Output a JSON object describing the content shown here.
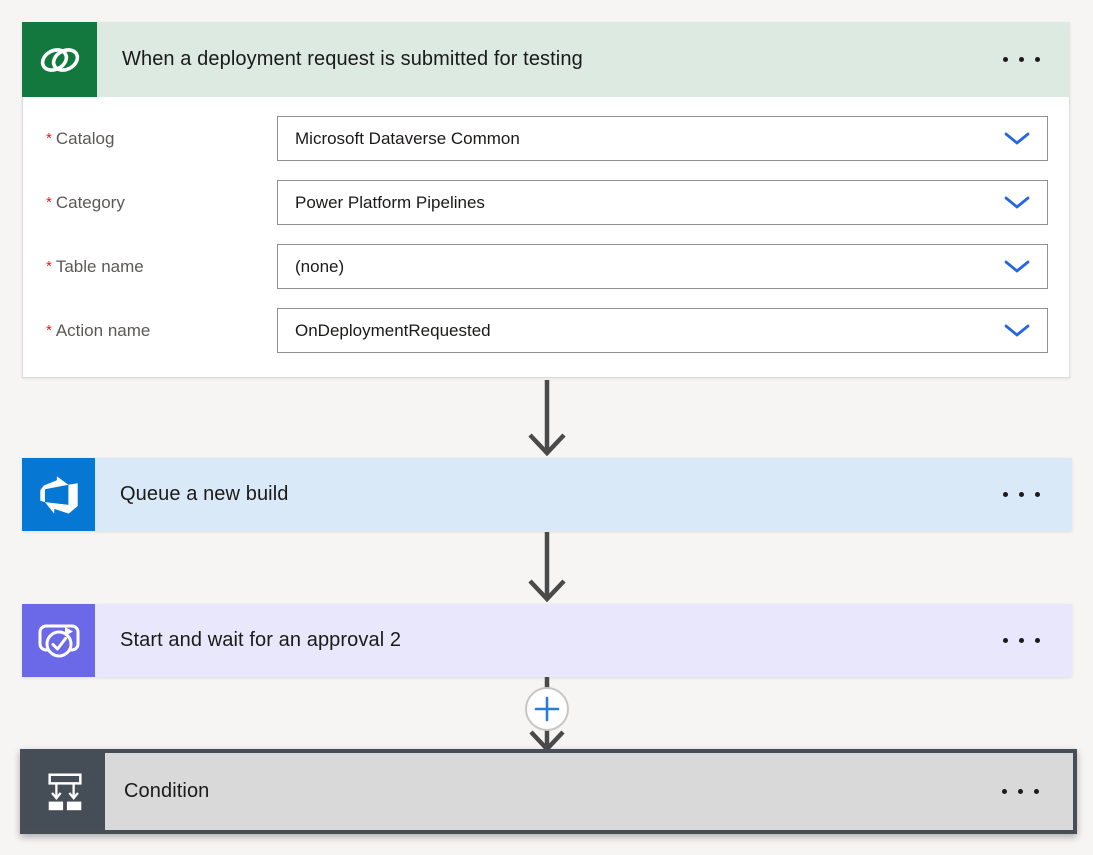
{
  "form": {
    "required_marker": "*"
  },
  "trigger": {
    "title": "When a deployment request is submitted for testing",
    "icon": "dataverse-icon",
    "menu_icon": "ellipsis-icon",
    "colors": {
      "icon_bg": "#12783E",
      "header_bg": "#DCEAE2"
    },
    "fields": [
      {
        "label": "Catalog",
        "value": "Microsoft Dataverse Common"
      },
      {
        "label": "Category",
        "value": "Power Platform Pipelines"
      },
      {
        "label": "Table name",
        "value": "(none)"
      },
      {
        "label": "Action name",
        "value": "OnDeploymentRequested"
      }
    ],
    "dropdown_icon": "chevron-down-icon",
    "dropdown_chevron_color": "#2266E3"
  },
  "actions": {
    "queue_build": {
      "title": "Queue a new build",
      "icon": "azure-devops-icon",
      "menu_icon": "ellipsis-icon",
      "colors": {
        "icon_bg": "#0678D4",
        "header_bg": "#D9E9F8"
      }
    },
    "approval": {
      "title": "Start and wait for an approval 2",
      "icon": "approvals-icon",
      "menu_icon": "ellipsis-icon",
      "colors": {
        "icon_bg": "#6C69E8",
        "header_bg": "#E8E7FC"
      }
    },
    "condition": {
      "title": "Condition",
      "icon": "condition-icon",
      "menu_icon": "ellipsis-icon",
      "selected": true,
      "colors": {
        "icon_bg": "#454D57",
        "header_bg": "#D9D9D9",
        "selection_border": "#474E58"
      }
    }
  },
  "connectors": {
    "icon": "arrow-down-icon",
    "color": "#4A4A4A",
    "insert_step": {
      "icon": "plus-icon",
      "plus_color": "#2B7CD3",
      "ring_color": "#C8C6C4"
    }
  },
  "page": {
    "background": "#F6F5F4"
  }
}
